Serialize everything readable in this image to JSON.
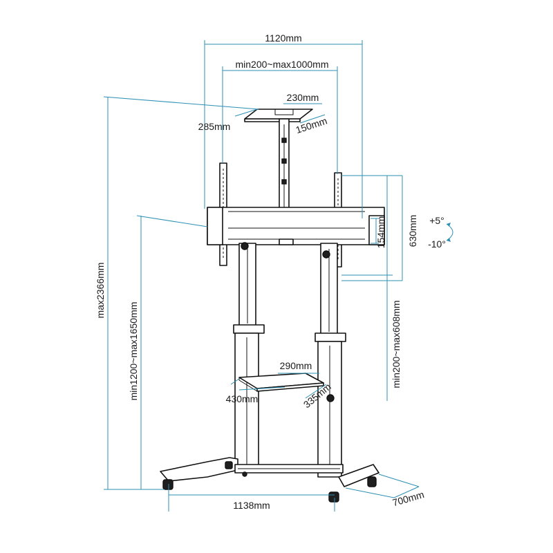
{
  "dimensions": {
    "overall_width": "1120mm",
    "vesa_width_range": "min200~max1000mm",
    "top_shelf_width": "230mm",
    "top_shelf_depth_left": "285mm",
    "top_shelf_depth_right": "150mm",
    "max_height": "max2366mm",
    "center_height_range": "min1200~max1650mm",
    "bracket_height": "154mm",
    "vesa_height": "630mm",
    "vesa_height_range": "min200~max608mm",
    "tilt_up": "+5°",
    "tilt_down": "-10°",
    "mid_shelf_width": "290mm",
    "mid_shelf_depth_left": "430mm",
    "mid_shelf_depth_right": "335mm",
    "base_width": "1138mm",
    "base_depth": "700mm"
  },
  "colors": {
    "dimension_line": "#2b8fb3",
    "outline": "#111111"
  }
}
